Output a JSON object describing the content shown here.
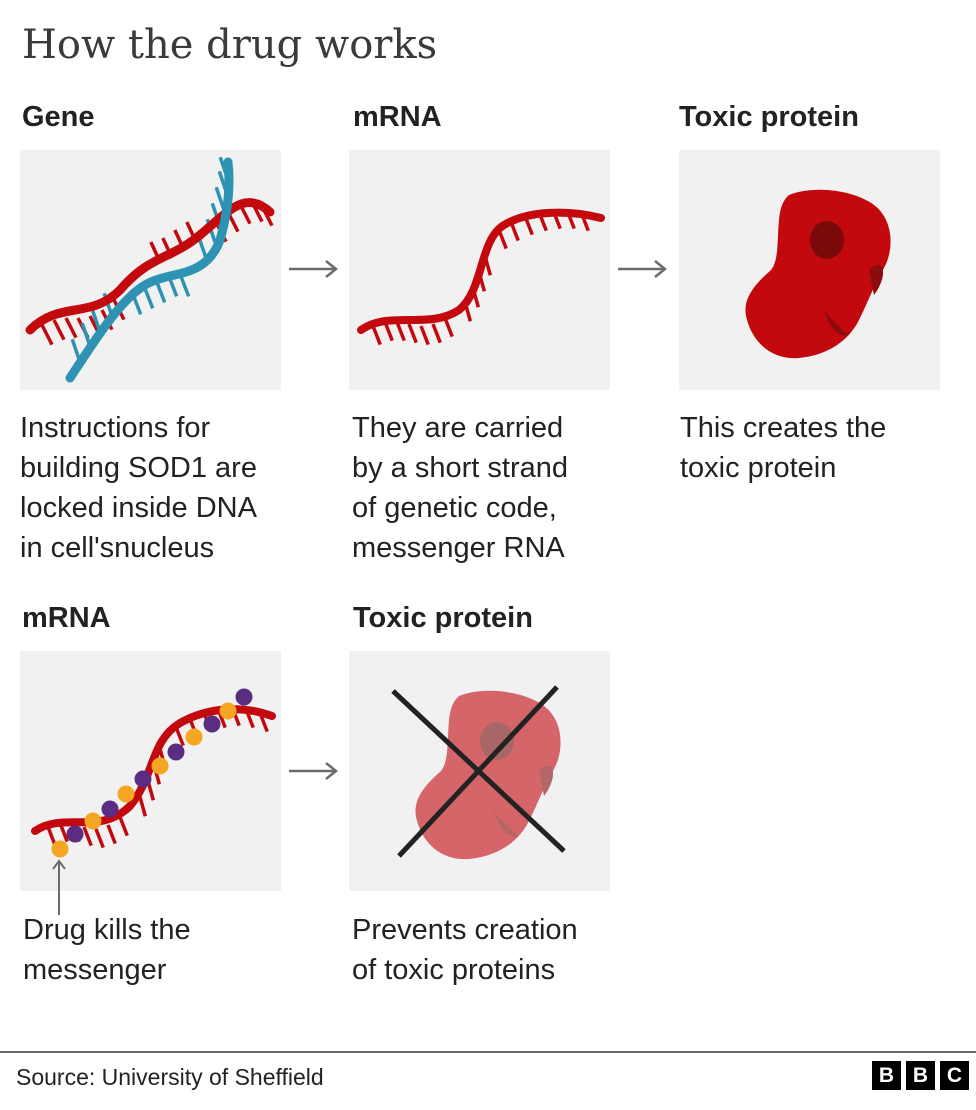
{
  "title": "How the drug works",
  "colors": {
    "red": "#c3090e",
    "teal": "#2e92b3",
    "purple": "#5a2d82",
    "orange": "#f5a623",
    "panel": "#f1f1f1"
  },
  "panels": [
    {
      "heading": "Gene",
      "caption": "Instructions for\nbuilding SOD1 are\nlocked inside DNA\nin cell'snucleus",
      "icon": "dna-double-helix"
    },
    {
      "heading": "mRNA",
      "caption": "They are carried\nby a short strand\nof genetic code,\nmessenger RNA",
      "icon": "mrna-strand"
    },
    {
      "heading": "Toxic protein",
      "caption": "This creates the\ntoxic protein",
      "icon": "toxic-protein"
    },
    {
      "heading": "mRNA",
      "caption": "Drug kills the\nmessenger",
      "icon": "mrna-with-drug"
    },
    {
      "heading": "Toxic protein",
      "caption": "Prevents creation\nof toxic proteins",
      "icon": "crossed-out-protein"
    }
  ],
  "source": "Source: University of Sheffield",
  "logo": [
    "B",
    "B",
    "C"
  ]
}
